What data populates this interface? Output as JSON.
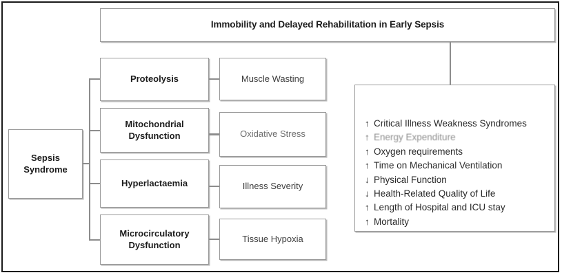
{
  "figure": {
    "title": "Immobility and Delayed Rehabilitation in Early Sepsis",
    "root": "Sepsis\nSyndrome",
    "root_label": "Sepsis Syndrome"
  },
  "mechanisms": [
    {
      "label": "Proteolysis"
    },
    {
      "label": "Mitochondrial Dysfunction"
    },
    {
      "label": "Hyperlactaemia"
    },
    {
      "label": "Microcirculatory Dysfunction"
    }
  ],
  "consequences": [
    {
      "label": "Muscle Wasting"
    },
    {
      "label": "Oxidative Stress"
    },
    {
      "label": "Illness Severity"
    },
    {
      "label": "Tissue Hypoxia"
    }
  ],
  "outcomes": {
    "items": [
      {
        "arrow": "↑",
        "direction": "increase",
        "label": "Critical Illness Weakness Syndromes"
      },
      {
        "arrow": "↑",
        "direction": "increase",
        "label": "Energy Expenditure"
      },
      {
        "arrow": "↑",
        "direction": "increase",
        "label": "Oxygen requirements"
      },
      {
        "arrow": "↑",
        "direction": "increase",
        "label": "Time on Mechanical Ventilation"
      },
      {
        "arrow": "↓",
        "direction": "decrease",
        "label": "Physical Function"
      },
      {
        "arrow": "↓",
        "direction": "decrease",
        "label": "Health-Related Quality of Life"
      },
      {
        "arrow": "↑",
        "direction": "increase",
        "label": "Length of Hospital and ICU stay"
      },
      {
        "arrow": "↑",
        "direction": "increase",
        "label": "Mortality"
      }
    ]
  },
  "colors": {
    "box_border": "#9a9a9a",
    "box_shadow": "#b8b8b8",
    "connector": "#8c8c8c",
    "frame": "#1a1a1a",
    "text": "#1c1c1c",
    "secondary_text": "#3d3d3d",
    "background": "#ffffff"
  }
}
